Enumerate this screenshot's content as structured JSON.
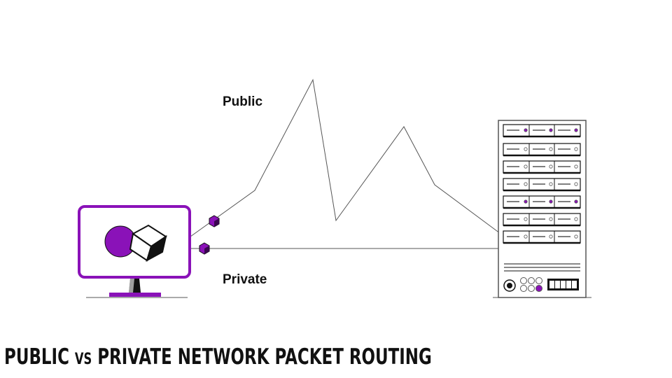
{
  "labels": {
    "public": "Public",
    "private": "Private"
  },
  "caption": {
    "part1": "PUBLIC ",
    "vs": "VS",
    "part2": " PRIVATE NETWORK PACKET ROUTING"
  },
  "colors": {
    "accent": "#8a12b8",
    "line": "#555555",
    "ink": "#111111"
  }
}
